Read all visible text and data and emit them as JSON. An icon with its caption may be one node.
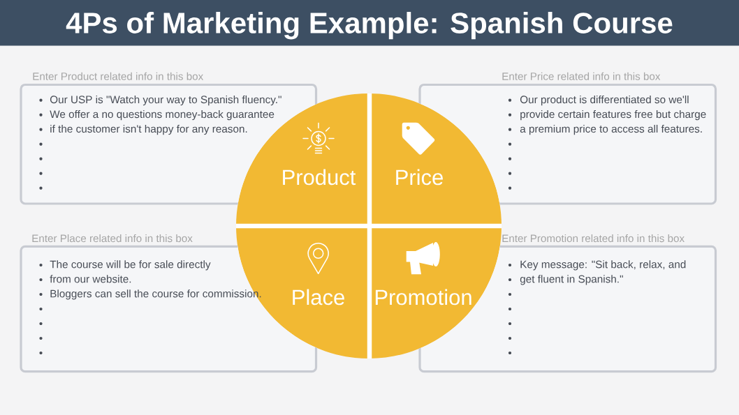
{
  "diagram": {
    "title": "4Ps of Marketing Example: Spanish Course",
    "nodes": [
      {
        "text": [
          "Enter Product related info in this box",
          "Our USP is \"Watch your way to Spanish fluency.\"",
          "We offer a no questions money-back guarantee",
          "if the customer isn't happy for any reason."
        ]
      },
      {
        "text": [
          "Product"
        ]
      },
      {
        "text": [
          "Price"
        ]
      },
      {
        "text": [
          "Enter Price related info in this box",
          "Our product is differentiated so we'll",
          "provide certain features free but charge",
          "a premium price to access all features."
        ]
      },
      {
        "text": [
          "Enter Place related info in this box",
          "The course will be for sale directly",
          "from our website.",
          "Bloggers can sell the course for commission."
        ]
      },
      {
        "text": [
          "Place"
        ]
      },
      {
        "text": [
          "Promotion"
        ]
      },
      {
        "text": [
          "Enter Promotion related info in this box",
          "Key message: \"Sit back, relax, and",
          "get fluent in Spanish.\""
        ]
      }
    ]
  }
}
